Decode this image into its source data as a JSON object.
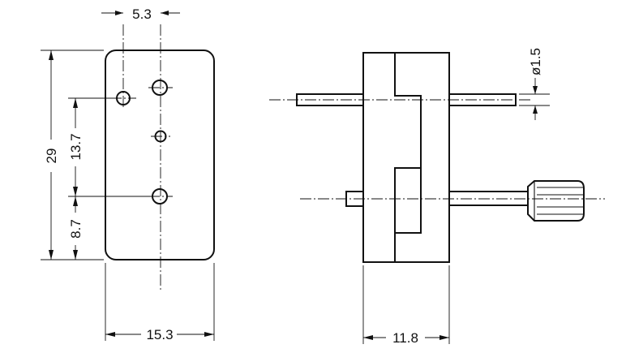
{
  "dimensions": {
    "hole_offset": "5.3",
    "height": "29",
    "hole_spacing": "13.7",
    "hole_bottom": "8.7",
    "plate_width": "15.3",
    "side_width": "11.8",
    "shaft_diameter": "ø1.5"
  }
}
